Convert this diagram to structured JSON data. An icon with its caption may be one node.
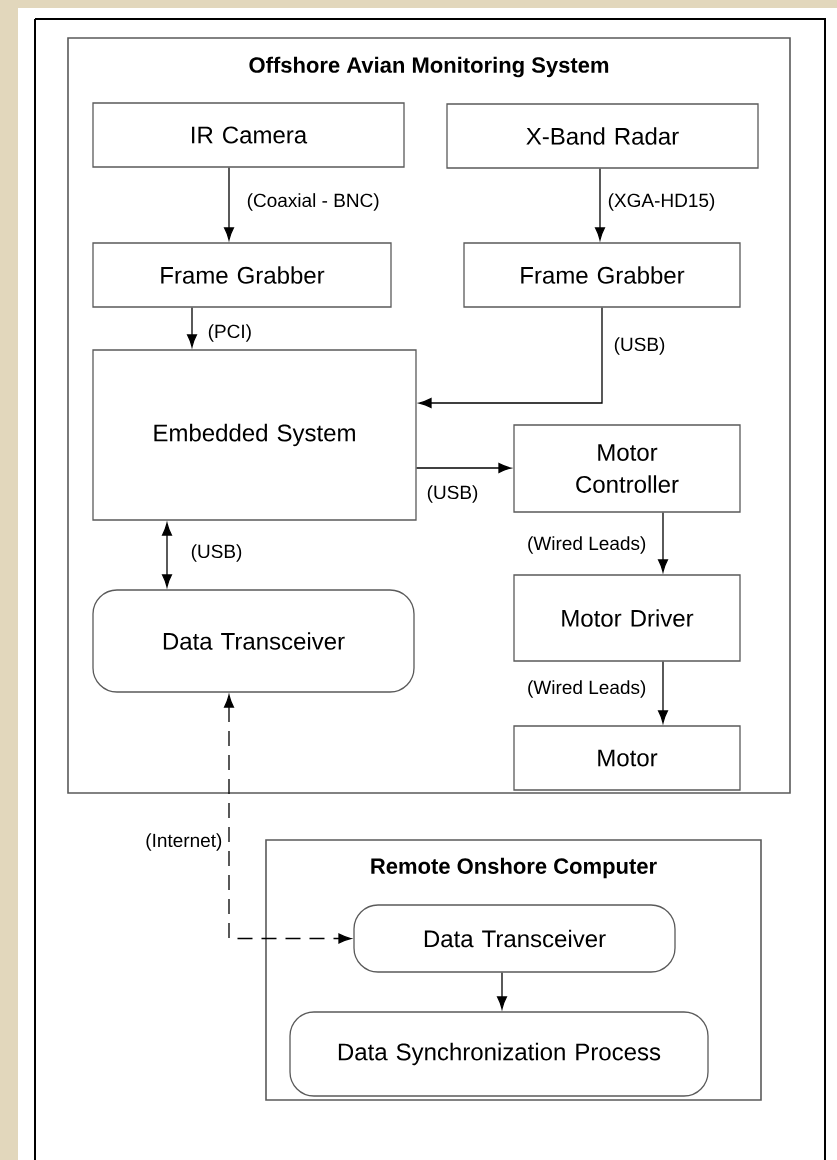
{
  "diagram": {
    "nodes": [
      {
        "text": [
          "Offshore Avian Monitoring System"
        ]
      },
      {
        "text": [
          "IR Camera"
        ],
        "in": 0
      },
      {
        "text": [
          "X-Band Radar"
        ],
        "in": 0
      },
      {
        "text": [
          "Frame Grabber"
        ],
        "in": 0
      },
      {
        "text": [
          "Frame Grabber"
        ],
        "in": 0
      },
      {
        "text": [
          "Embedded System"
        ],
        "in": 0
      },
      {
        "text": [
          "Motor Controller"
        ],
        "in": 0
      },
      {
        "text": [
          "Data Transceiver"
        ],
        "in": 0
      },
      {
        "text": [
          "Motor Driver"
        ],
        "in": 0
      },
      {
        "text": [
          "Motor"
        ],
        "in": 0
      },
      {
        "text": [
          "Remote Onshore Computer"
        ]
      },
      {
        "text": [
          "Data Transceiver"
        ],
        "in": 10
      },
      {
        "text": [
          "Data Synchronization Process"
        ],
        "in": 10
      }
    ],
    "edges": [
      {
        "from": 1,
        "to": 3,
        "arrow": "to",
        "label": "(Coaxial - BNC)"
      },
      {
        "from": 2,
        "to": 4,
        "arrow": "to",
        "label": "(XGA-HD15)"
      },
      {
        "from": 3,
        "to": 5,
        "arrow": "to",
        "label": "(PCI)"
      },
      {
        "from": 4,
        "to": 5,
        "arrow": "to",
        "label": "(USB)"
      },
      {
        "from": 5,
        "to": 6,
        "arrow": "to",
        "label": "(USB)"
      },
      {
        "from": 5,
        "to": 7,
        "arrow": "both",
        "label": "(USB)"
      },
      {
        "from": 6,
        "to": 8,
        "arrow": "to",
        "label": "(Wired Leads)"
      },
      {
        "from": 8,
        "to": 9,
        "arrow": "to",
        "label": "(Wired Leads)"
      },
      {
        "from": 7,
        "to": 11,
        "arrow": "both",
        "label": "(Internet)",
        "style": "dashed"
      },
      {
        "from": 11,
        "to": 12,
        "arrow": "to"
      }
    ]
  }
}
